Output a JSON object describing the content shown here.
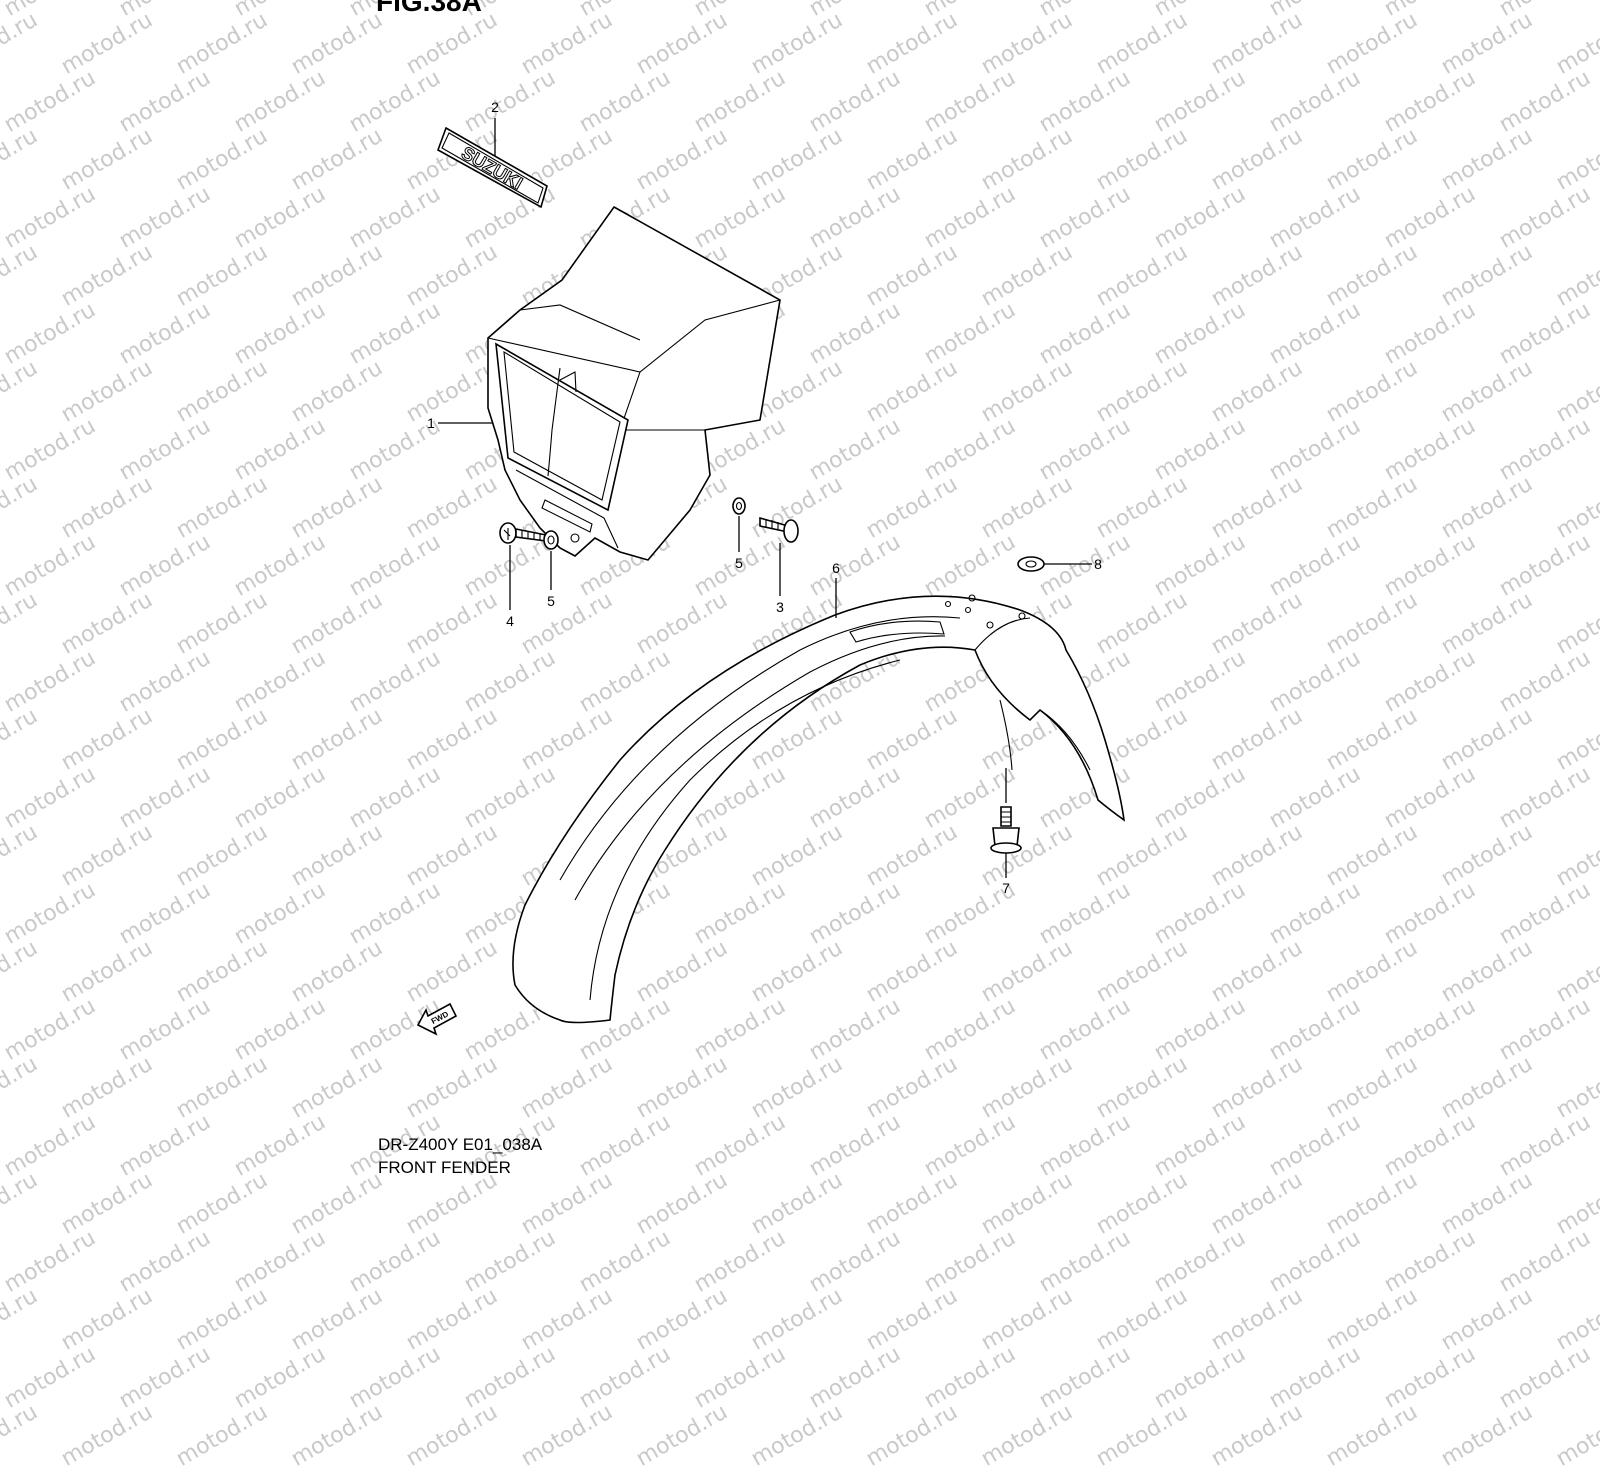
{
  "figure_title": "FIG.38A",
  "caption": {
    "code": "DR-Z400Y E01_038A",
    "name": "FRONT FENDER"
  },
  "watermark": "motod.ru",
  "emblem_text": "SUZUKI",
  "direction_label": "FWD",
  "callouts": {
    "c1": "1",
    "c2": "2",
    "c3": "3",
    "c4": "4",
    "c5a": "5",
    "c5b": "5",
    "c6": "6",
    "c7": "7",
    "c8": "8"
  },
  "colors": {
    "line": "#000000",
    "watermark": "#c9c9c9",
    "background": "#ffffff"
  }
}
